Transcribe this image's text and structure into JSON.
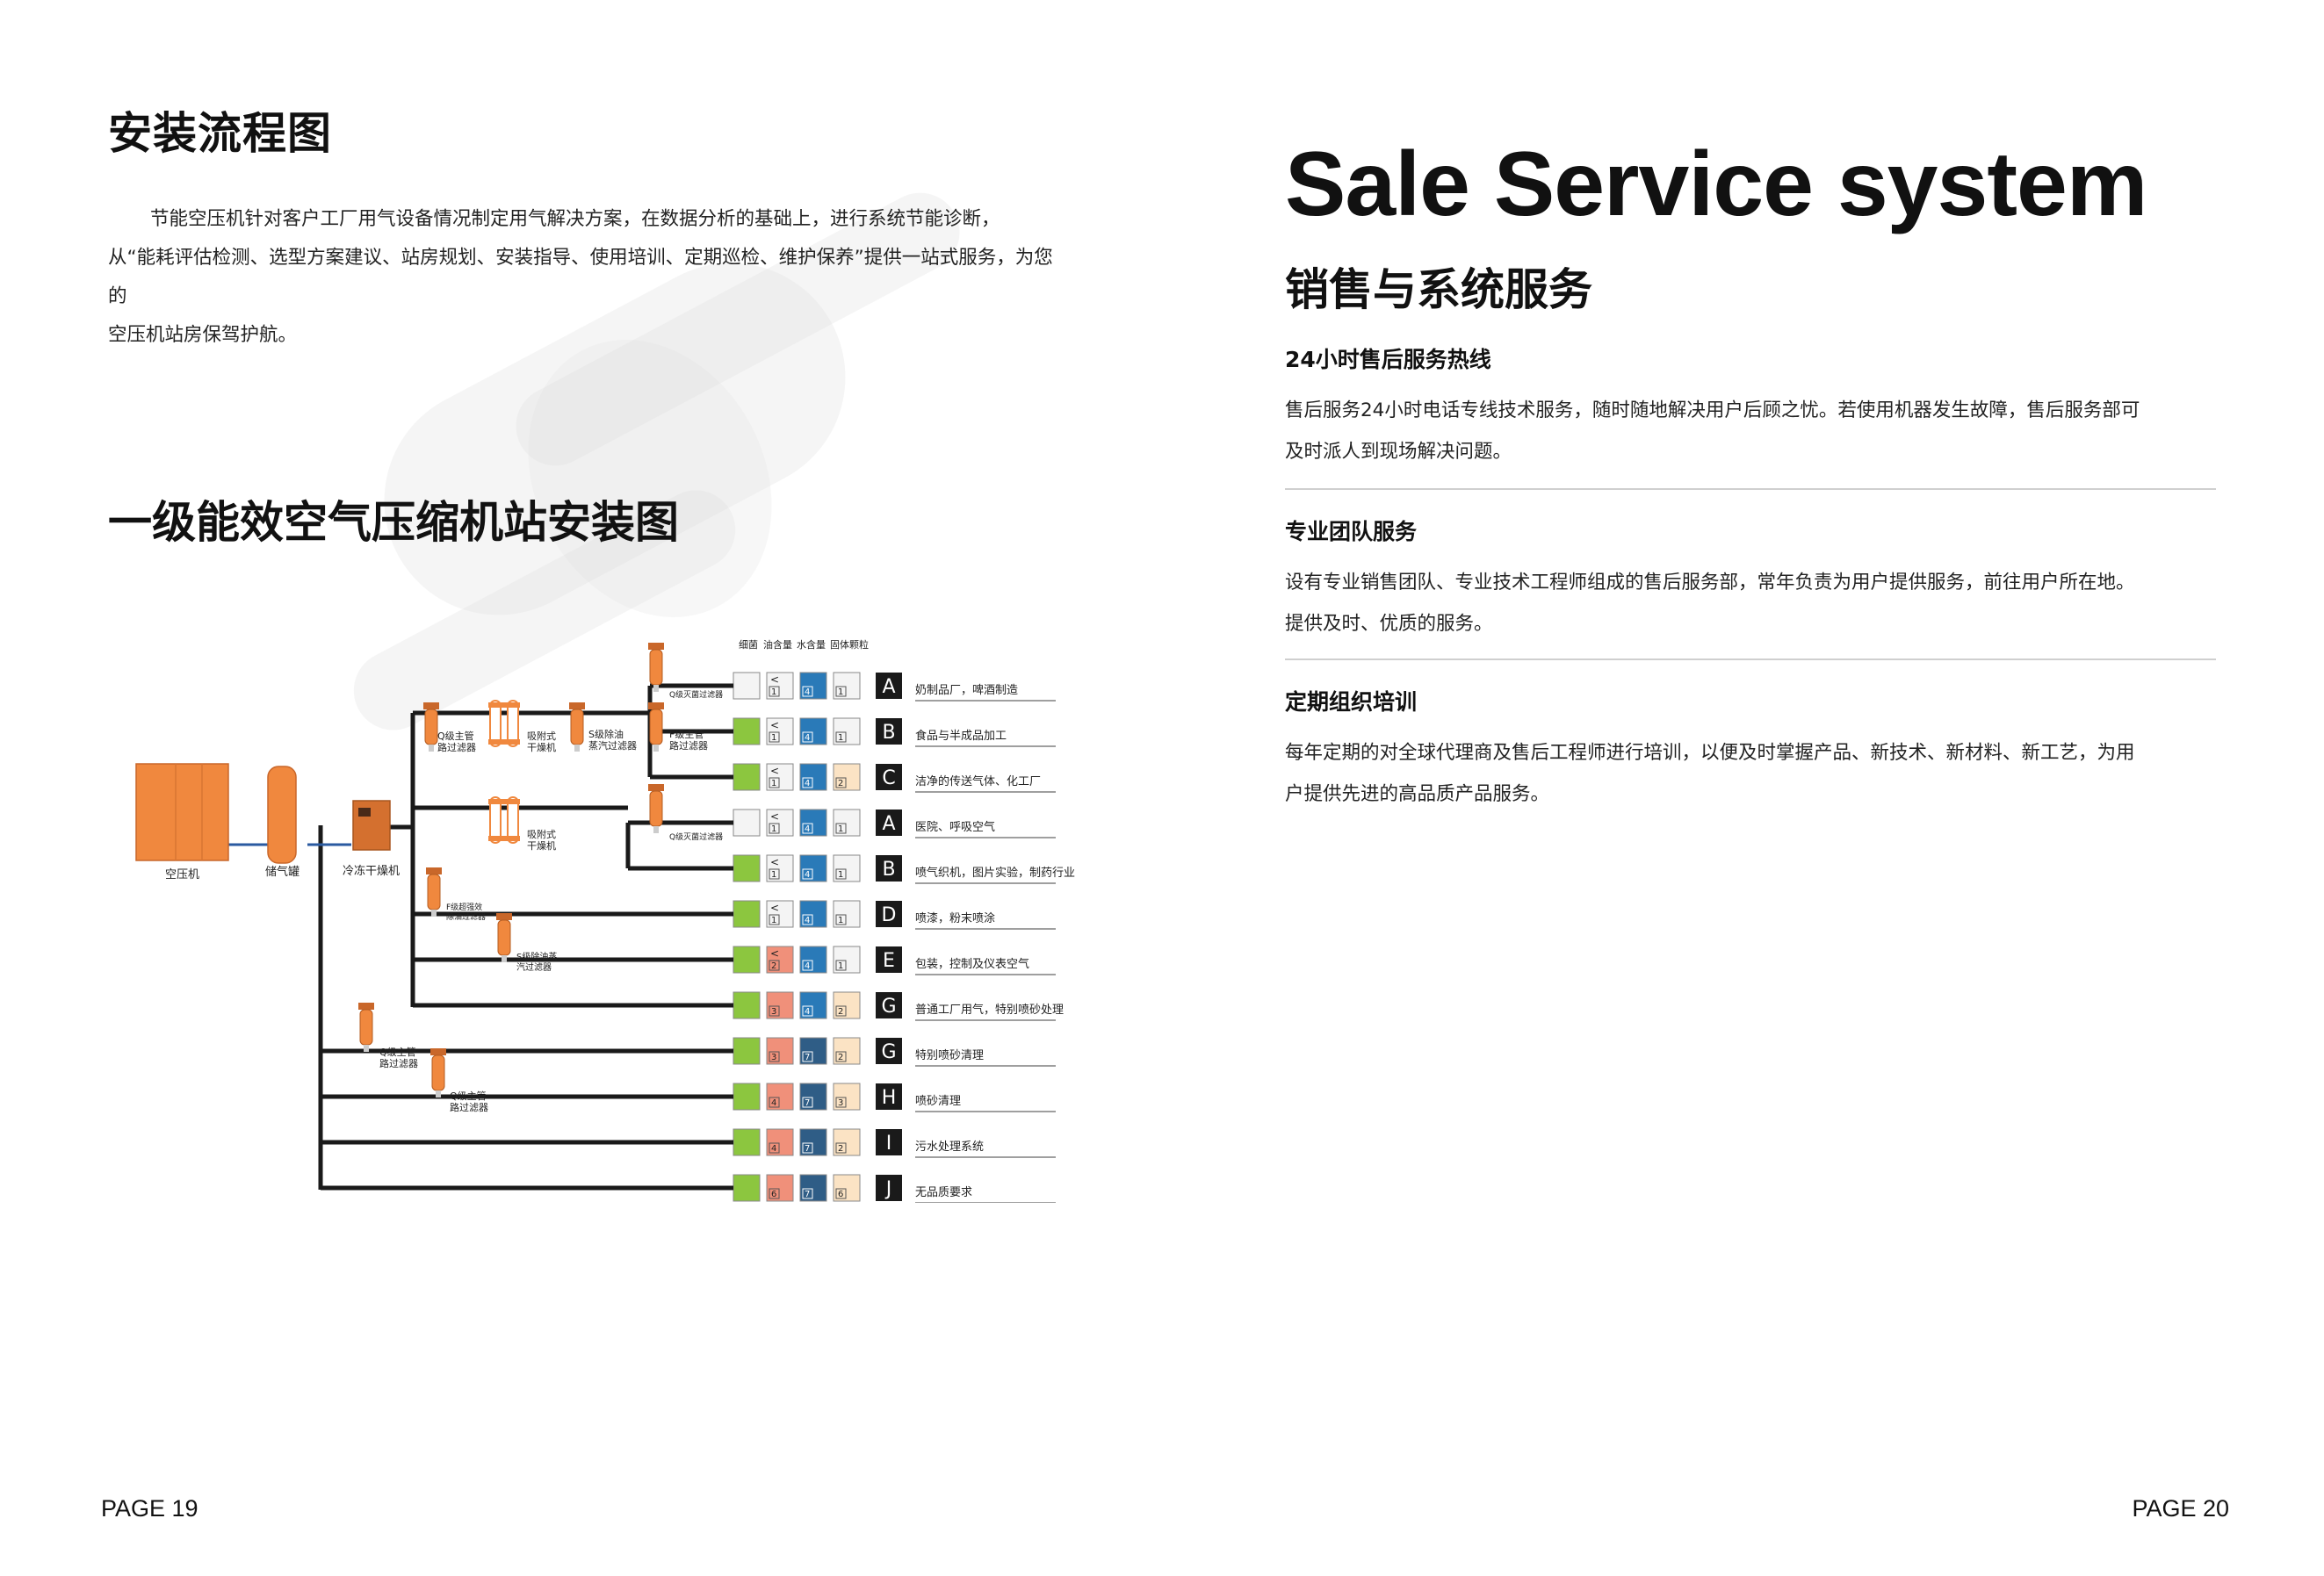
{
  "left": {
    "heading": "安装流程图",
    "intro_lines": [
      "节能空压机针对客户工厂用气设备情况制定用气解决方案，在数据分析的基础上，进行系统节能诊断，",
      "从“能耗评估检测、选型方案建议、站房规划、安装指导、使用培训、定期巡检、维护保养”提供一站式服务，为您的",
      "空压机站房保驾护航。"
    ],
    "diagram_heading": "一级能效空气压缩机站安装图",
    "page_number": "PAGE 19"
  },
  "diagram": {
    "column_headers": [
      "细菌",
      "油含量",
      "水含量",
      "固体颗粒"
    ],
    "equipment": {
      "compressor": "空压机",
      "tank": "储气罐",
      "dryer": "冷冻干燥机",
      "q_filter_1": "Q级主管\n路过滤器",
      "adsorption_1": "吸附式\n干燥机",
      "s_filter_1": "S级除油\n蒸汽过滤器",
      "f_filter_1": "F级主管\n路过滤器",
      "q_sterile_1": "Q级灭菌过滤器",
      "adsorption_2": "吸附式\n干燥机",
      "q_sterile_2": "Q级灭菌过滤器",
      "f_filter_2": "F级超强效\n除油过滤器",
      "s_filter_2": "S级除油蒸\n汽过滤器",
      "q_filter_2": "Q级主管\n路过滤器",
      "q_filter_3": "Q级主管\n路过滤器"
    },
    "rows": [
      {
        "bacteria": "none",
        "oil": "1",
        "oil_lt": true,
        "oil_color": "white",
        "water": "4",
        "water_color": "blue",
        "solid": "1",
        "solid_color": "white",
        "grade": "A",
        "application": "奶制品厂，啤酒制造"
      },
      {
        "bacteria": "green",
        "oil": "1",
        "oil_lt": true,
        "oil_color": "white",
        "water": "4",
        "water_color": "blue",
        "solid": "1",
        "solid_color": "white",
        "grade": "B",
        "application": "食品与半成品加工"
      },
      {
        "bacteria": "green",
        "oil": "1",
        "oil_lt": true,
        "oil_color": "white",
        "water": "4",
        "water_color": "blue",
        "solid": "2",
        "solid_color": "beige",
        "grade": "C",
        "application": "洁净的传送气体、化工厂"
      },
      {
        "bacteria": "none",
        "oil": "1",
        "oil_lt": true,
        "oil_color": "white",
        "water": "4",
        "water_color": "blue",
        "solid": "1",
        "solid_color": "white",
        "grade": "A",
        "application": "医院、呼吸空气"
      },
      {
        "bacteria": "green",
        "oil": "1",
        "oil_lt": true,
        "oil_color": "white",
        "water": "4",
        "water_color": "blue",
        "solid": "1",
        "solid_color": "white",
        "grade": "B",
        "application": "喷气织机，图片实验，制药行业"
      },
      {
        "bacteria": "green",
        "oil": "1",
        "oil_lt": true,
        "oil_color": "white",
        "water": "4",
        "water_color": "blue",
        "solid": "1",
        "solid_color": "white",
        "grade": "D",
        "application": "喷漆，粉末喷涂"
      },
      {
        "bacteria": "green",
        "oil": "2",
        "oil_lt": true,
        "oil_color": "salmon",
        "water": "4",
        "water_color": "blue",
        "solid": "1",
        "solid_color": "white",
        "grade": "E",
        "application": "包装，控制及仪表空气"
      },
      {
        "bacteria": "green",
        "oil": "3",
        "oil_lt": false,
        "oil_color": "salmon",
        "water": "4",
        "water_color": "blue",
        "solid": "2",
        "solid_color": "beige",
        "grade": "G",
        "application": "普通工厂用气，特别喷砂处理"
      },
      {
        "bacteria": "green",
        "oil": "3",
        "oil_lt": false,
        "oil_color": "salmon",
        "water": "7",
        "water_color": "navy",
        "solid": "2",
        "solid_color": "beige",
        "grade": "G",
        "application": "特别喷砂清理"
      },
      {
        "bacteria": "green",
        "oil": "4",
        "oil_lt": false,
        "oil_color": "salmon",
        "water": "7",
        "water_color": "navy",
        "solid": "3",
        "solid_color": "beige",
        "grade": "H",
        "application": "喷砂清理"
      },
      {
        "bacteria": "green",
        "oil": "4",
        "oil_lt": false,
        "oil_color": "salmon",
        "water": "7",
        "water_color": "navy",
        "solid": "2",
        "solid_color": "beige",
        "grade": "I",
        "application": "污水处理系统"
      },
      {
        "bacteria": "green",
        "oil": "6",
        "oil_lt": false,
        "oil_color": "salmon",
        "water": "7",
        "water_color": "navy",
        "solid": "6",
        "solid_color": "beige",
        "grade": "J",
        "application": "无品质要求"
      }
    ],
    "colors": {
      "green": "#8cc63f",
      "salmon": "#f0907a",
      "blue": "#2a7ab8",
      "navy": "#2f5d86",
      "beige": "#fbe3c4",
      "white": "#f4f4f4",
      "orange": "#f0883e",
      "line": "#1a1a1a",
      "grade_box": "#1a1a1a"
    }
  },
  "right": {
    "title_en": "Sale Service system",
    "title_cn": "销售与系统服务",
    "services": [
      {
        "title": "24小时售后服务热线",
        "lines": [
          "售后服务24小时电话专线技术服务，随时随地解决用户后顾之忧。若使用机器发生故障，售后服务部可",
          "及时派人到现场解决问题。"
        ]
      },
      {
        "title": "专业团队服务",
        "lines": [
          "设有专业销售团队、专业技术工程师组成的售后服务部，常年负责为用户提供服务，前往用户所在地。",
          "提供及时、优质的服务。"
        ]
      },
      {
        "title": "定期组织培训",
        "lines": [
          "每年定期的对全球代理商及售后工程师进行培训，以便及时掌握产品、新技术、新材料、新工艺，为用",
          "户提供先进的高品质产品服务。"
        ]
      }
    ],
    "page_number": "PAGE 20"
  }
}
